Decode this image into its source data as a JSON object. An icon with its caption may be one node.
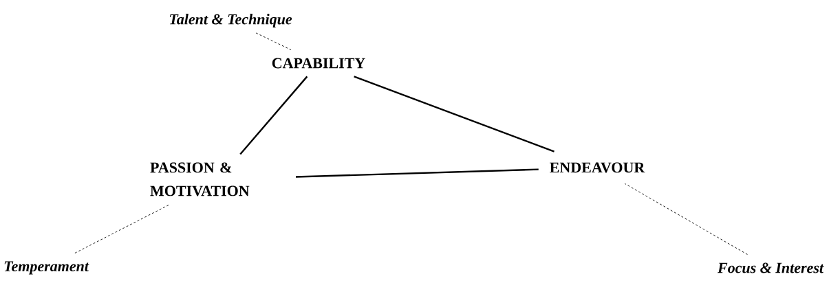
{
  "diagram": {
    "nodes": [
      {
        "text": [
          "CAPABILITY"
        ]
      },
      {
        "text": [
          "PASSION & MOTIVATION"
        ]
      },
      {
        "text": [
          "ENDEAVOUR"
        ]
      },
      {
        "text": [
          "Talent & Technique"
        ]
      },
      {
        "text": [
          "Temperament"
        ]
      },
      {
        "text": [
          "Focus & Interest"
        ]
      }
    ],
    "edges": [
      {
        "from": 0,
        "to": 1,
        "arrow": "none"
      },
      {
        "from": 0,
        "to": 2,
        "arrow": "none"
      },
      {
        "from": 1,
        "to": 2,
        "arrow": "none"
      },
      {
        "from": 3,
        "to": 0,
        "arrow": "none",
        "style": "dashed"
      },
      {
        "from": 4,
        "to": 1,
        "arrow": "none",
        "style": "dashed"
      },
      {
        "from": 5,
        "to": 2,
        "arrow": "none",
        "style": "dashed"
      }
    ]
  }
}
